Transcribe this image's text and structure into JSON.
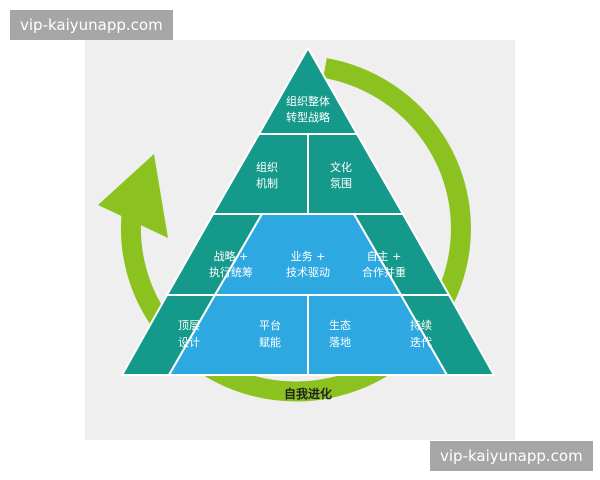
{
  "watermarks": {
    "top": "vip-kaiyunapp.com",
    "bottom": "vip-kaiyunapp.com"
  },
  "colors": {
    "teal": "#15998a",
    "blue": "#2ea8e0",
    "arrow_green": "#8cc21f",
    "background": "#efefef"
  },
  "pyramid": {
    "apex": {
      "line1": "组织整体",
      "line2": "转型战略"
    },
    "tier2": [
      {
        "line1": "组织",
        "line2": "机制"
      },
      {
        "line1": "文化",
        "line2": "氛围"
      }
    ],
    "tier3": [
      {
        "line1": "战略 +",
        "line2": "执行统筹"
      },
      {
        "line1": "业务 +",
        "line2": "技术驱动"
      },
      {
        "line1": "自主 +",
        "line2": "合作并重"
      }
    ],
    "tier4": [
      {
        "line1": "顶层",
        "line2": "设计"
      },
      {
        "line1": "平台",
        "line2": "赋能"
      },
      {
        "line1": "生态",
        "line2": "落地"
      },
      {
        "line1": "持续",
        "line2": "迭代"
      }
    ]
  },
  "cycle_label": "自我进化"
}
